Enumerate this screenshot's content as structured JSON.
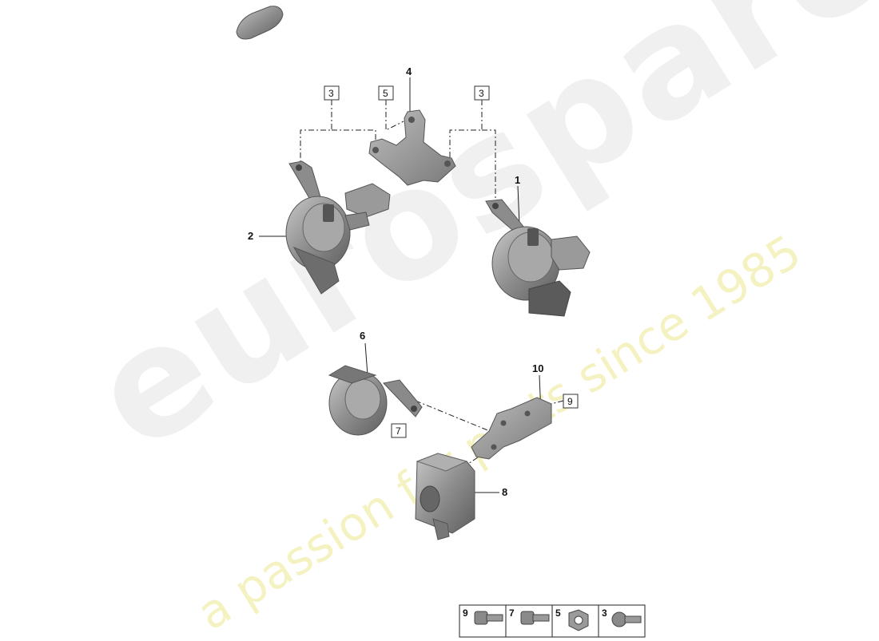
{
  "watermark": {
    "brand": "eurospares",
    "tagline": "a passion for parts since 1985"
  },
  "callouts": {
    "c1": "1",
    "c2": "2",
    "c4": "4",
    "c6": "6",
    "c8": "8",
    "c10": "10"
  },
  "reference_boxes": {
    "r3_left": "3",
    "r5": "5",
    "r3_right": "3",
    "r7": "7",
    "r9": "9"
  },
  "legend": {
    "items": [
      "9",
      "7",
      "5",
      "3"
    ]
  },
  "colors": {
    "part_fill": "#9a9a9a",
    "part_dark": "#555555",
    "line": "#222222"
  }
}
